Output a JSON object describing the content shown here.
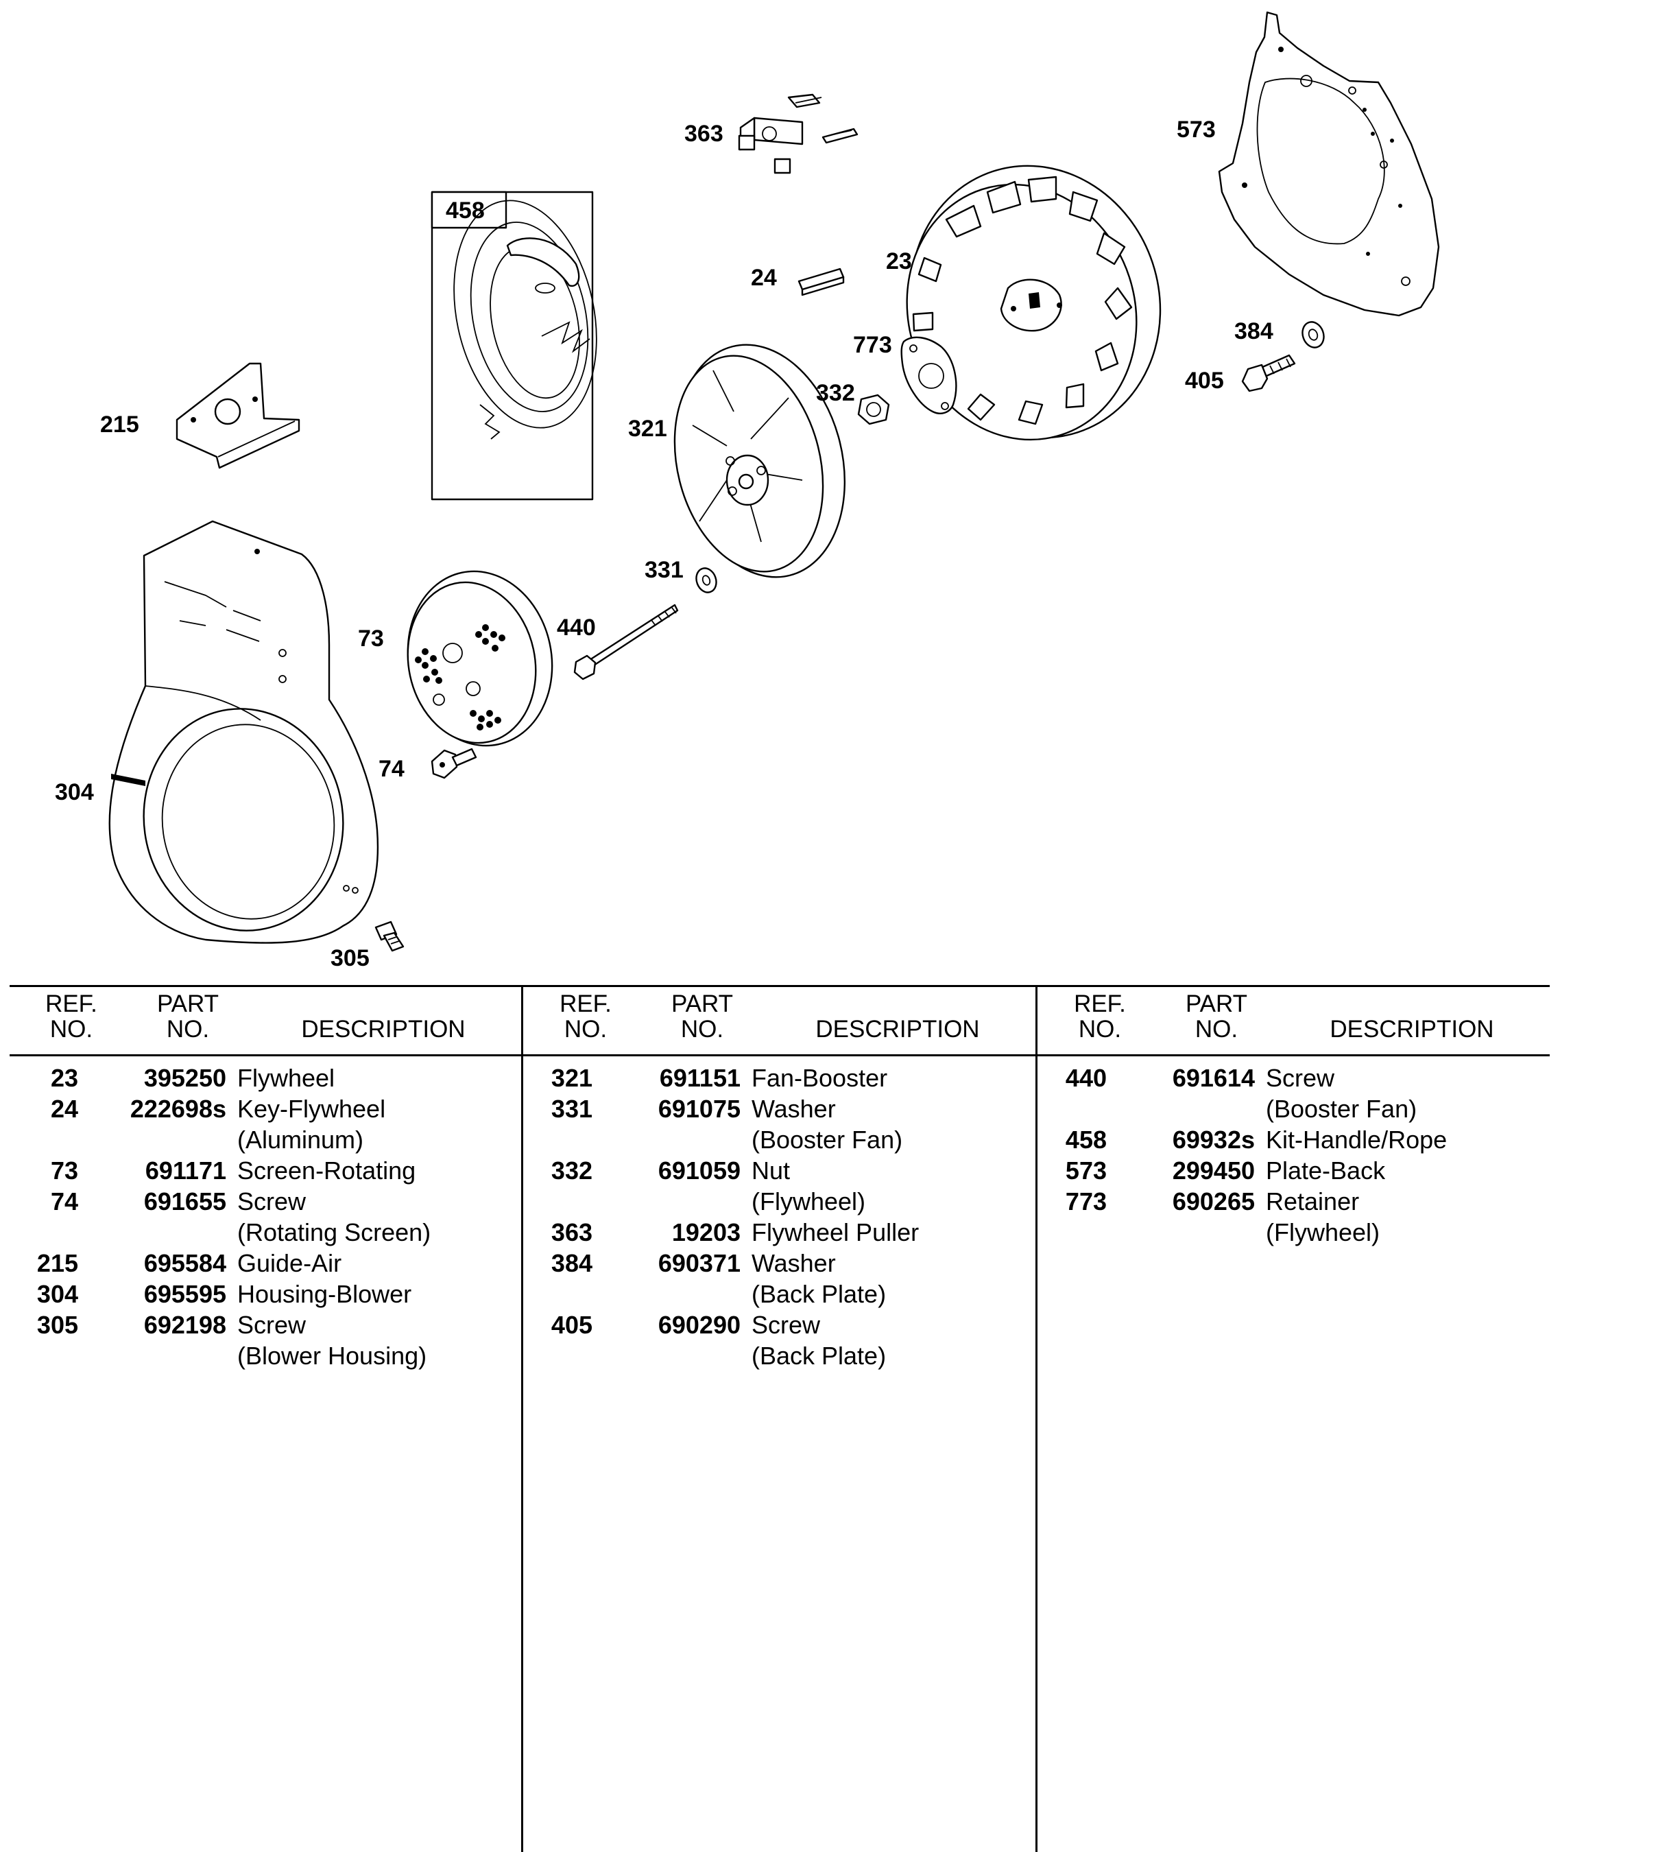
{
  "diagram": {
    "callouts": [
      "573",
      "363",
      "458",
      "23",
      "24",
      "773",
      "384",
      "332",
      "405",
      "321",
      "215",
      "331",
      "73",
      "440",
      "74",
      "304",
      "305"
    ]
  },
  "table": {
    "headers": {
      "ref_line1": "REF.",
      "ref_line2": "NO.",
      "part_line1": "PART",
      "part_line2": "NO.",
      "description": "DESCRIPTION"
    },
    "columns": [
      {
        "rows": [
          {
            "ref": "23",
            "part": "395250",
            "desc": "Flywheel"
          },
          {
            "ref": "24",
            "part": "222698s",
            "desc": "Key-Flywheel"
          },
          {
            "ref": "",
            "part": "",
            "desc": "(Aluminum)"
          },
          {
            "ref": "73",
            "part": "691171",
            "desc": "Screen-Rotating"
          },
          {
            "ref": "74",
            "part": "691655",
            "desc": "Screw"
          },
          {
            "ref": "",
            "part": "",
            "desc": "(Rotating Screen)"
          },
          {
            "ref": "215",
            "part": "695584",
            "desc": "Guide-Air"
          },
          {
            "ref": "304",
            "part": "695595",
            "desc": "Housing-Blower"
          },
          {
            "ref": "305",
            "part": "692198",
            "desc": "Screw"
          },
          {
            "ref": "",
            "part": "",
            "desc": "(Blower Housing)"
          }
        ]
      },
      {
        "rows": [
          {
            "ref": "321",
            "part": "691151",
            "desc": "Fan-Booster"
          },
          {
            "ref": "331",
            "part": "691075",
            "desc": "Washer"
          },
          {
            "ref": "",
            "part": "",
            "desc": "(Booster Fan)"
          },
          {
            "ref": "332",
            "part": "691059",
            "desc": "Nut"
          },
          {
            "ref": "",
            "part": "",
            "desc": "(Flywheel)"
          },
          {
            "ref": "363",
            "part": "19203",
            "desc": "Flywheel Puller"
          },
          {
            "ref": "384",
            "part": "690371",
            "desc": "Washer"
          },
          {
            "ref": "",
            "part": "",
            "desc": "(Back Plate)"
          },
          {
            "ref": "405",
            "part": "690290",
            "desc": "Screw"
          },
          {
            "ref": "",
            "part": "",
            "desc": "(Back Plate)"
          }
        ]
      },
      {
        "rows": [
          {
            "ref": "440",
            "part": "691614",
            "desc": "Screw"
          },
          {
            "ref": "",
            "part": "",
            "desc": "(Booster Fan)"
          },
          {
            "ref": "458",
            "part": "69932s",
            "desc": "Kit-Handle/Rope"
          },
          {
            "ref": "573",
            "part": "299450",
            "desc": "Plate-Back"
          },
          {
            "ref": "773",
            "part": "690265",
            "desc": "Retainer"
          },
          {
            "ref": "",
            "part": "",
            "desc": "(Flywheel)"
          }
        ]
      }
    ]
  }
}
